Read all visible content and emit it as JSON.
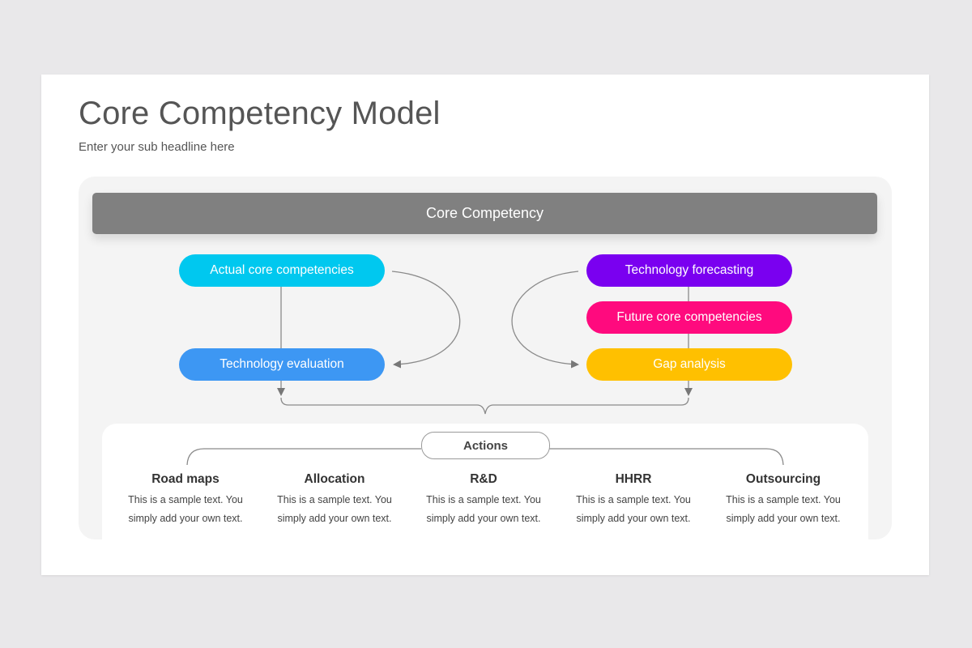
{
  "header": {
    "title": "Core Competency Model",
    "subtitle": "Enter your sub headline here"
  },
  "diagram": {
    "top_bar": "Core Competency",
    "left_flow": {
      "top": {
        "label": "Actual core competencies",
        "color": "#00c8ef"
      },
      "bottom": {
        "label": "Technology evaluation",
        "color": "#3d97f3"
      }
    },
    "right_flow": {
      "top": {
        "label": "Technology forecasting",
        "color": "#7a00f0"
      },
      "middle": {
        "label": "Future core competencies",
        "color": "#ff0a7e"
      },
      "bottom": {
        "label": "Gap analysis",
        "color": "#ffc000"
      }
    },
    "actions_label": "Actions",
    "actions": [
      {
        "title": "Road maps",
        "line1": "This is a sample text. You",
        "line2": "simply add your own text."
      },
      {
        "title": "Allocation",
        "line1": "This is a sample text. You",
        "line2": "simply add your own text."
      },
      {
        "title": "R&D",
        "line1": "This is a sample text. You",
        "line2": "simply add your own text."
      },
      {
        "title": "HHRR",
        "line1": "This is a sample text. You",
        "line2": "simply add your own text."
      },
      {
        "title": "Outsourcing",
        "line1": "This is a sample text. You",
        "line2": "simply add your own text."
      }
    ]
  }
}
